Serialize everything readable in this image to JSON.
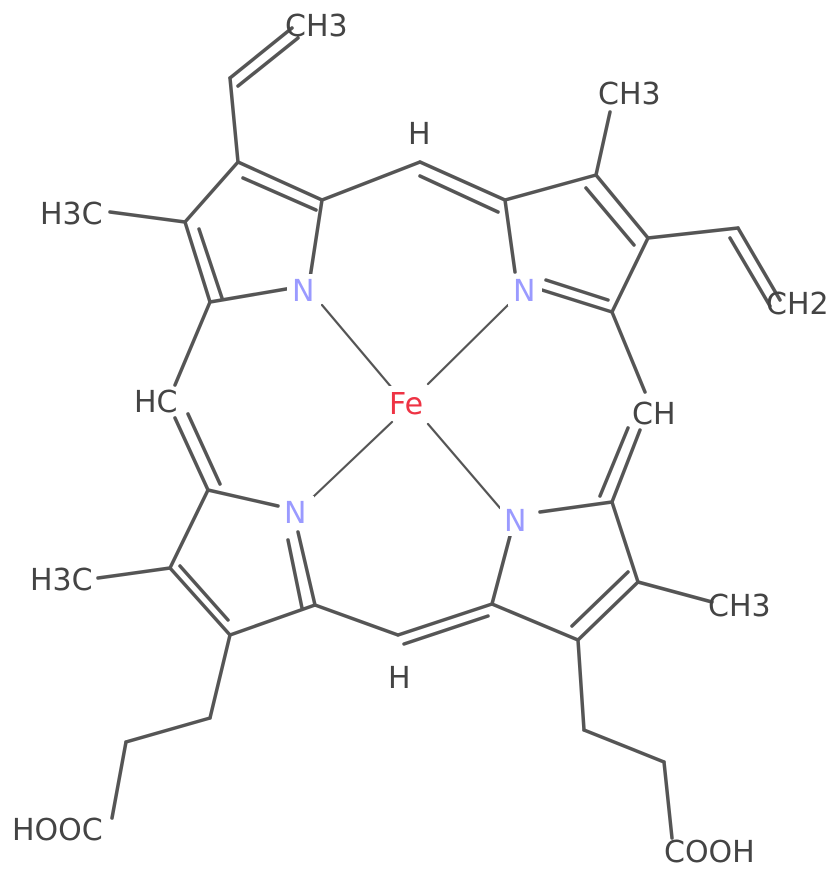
{
  "molecule": {
    "labels": {
      "ch3_top": "CH3",
      "ch3_topright": "CH3",
      "ch2_right": "CH2",
      "h3c_left": "H3C",
      "h_top": "H",
      "hc_left": "HC",
      "ch_right": "CH",
      "h3c_lowerleft": "H3C",
      "ch3_lowerright": "CH3",
      "h_bottom": "H",
      "hooc": "HOOC",
      "cooh": "COOH",
      "n_topleft": "N",
      "n_topright": "N",
      "n_bottomleft": "N",
      "n_bottomright": "N",
      "fe": "Fe"
    }
  }
}
